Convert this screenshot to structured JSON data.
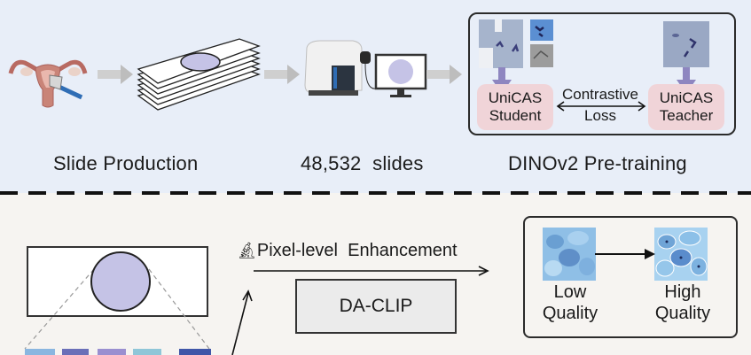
{
  "top_section": {
    "stages": [
      {
        "id": "slide-production",
        "label": "Slide Production",
        "icon": "uterus-brush-icon"
      },
      {
        "id": "scanning",
        "label": "48,532  slides",
        "icon": "slide-scanner-monitor-icon"
      },
      {
        "id": "pretraining",
        "label": "DINOv2 Pre-training",
        "icon": "contrastive-learning-box"
      }
    ],
    "pretraining_box": {
      "student": {
        "line1": "UniCAS",
        "line2": "Student"
      },
      "teacher": {
        "line1": "UniCAS",
        "line2": "Teacher"
      },
      "loss": {
        "line1": "Contrastive",
        "line2": "Loss"
      }
    }
  },
  "bottom_section": {
    "enhancement": {
      "label": "Pixel-level  Enhancement",
      "icon": "microscope-icon",
      "model": "DA-CLIP"
    },
    "quality_box": {
      "low": {
        "line1": "Low",
        "line2": "Quality"
      },
      "high": {
        "line1": "High",
        "line2": "Quality"
      }
    }
  },
  "colors": {
    "top_background": "#e8eef8",
    "bottom_background": "#f6f4f1",
    "pink_box": "#f0d4d8",
    "purple_arrow": "#8e86c0",
    "slide_circle": "#c5c3e6",
    "cell_blue": "#7fb3de"
  }
}
